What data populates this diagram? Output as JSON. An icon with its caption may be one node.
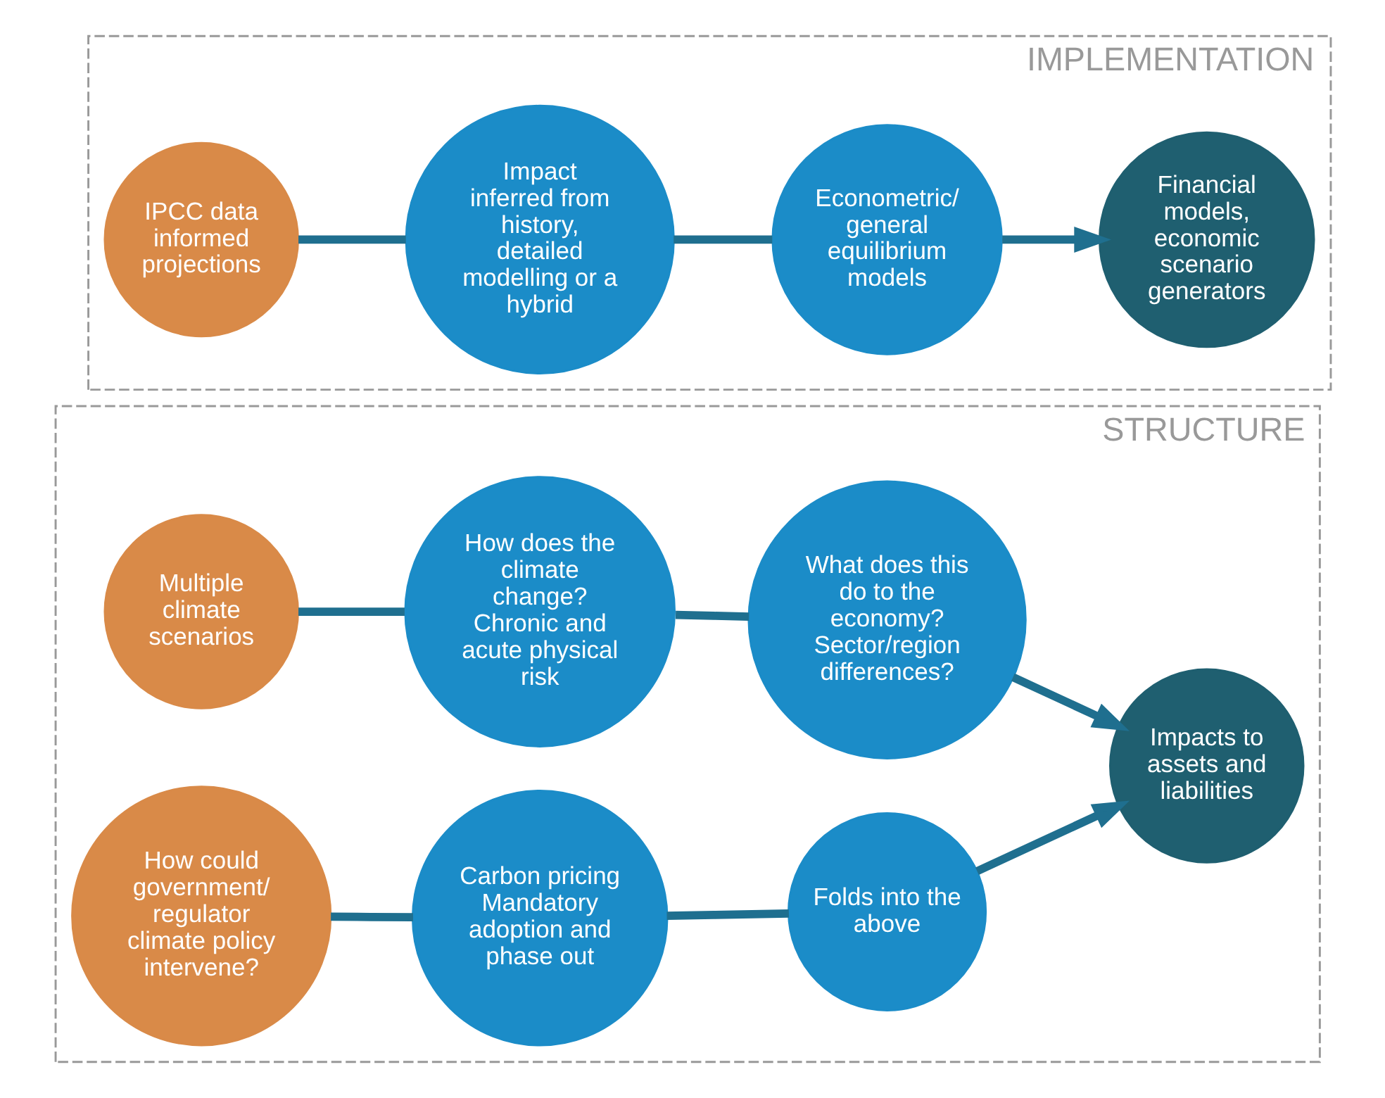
{
  "diagram": {
    "nodes": [
      {
        "text": [
          "STRUCTURE"
        ]
      },
      {
        "text": [
          "Multiple climate scenarios"
        ],
        "in": 0
      },
      {
        "text": [
          "How does the climate change? Chronic and acute physical risk"
        ],
        "in": 0
      },
      {
        "text": [
          "What does this do to the economy? Sector/region differences?"
        ],
        "in": 0
      },
      {
        "text": [
          "Impacts to assets and liabilities"
        ],
        "in": 0
      },
      {
        "text": [
          "How could government/ regulator climate policy intervene?"
        ],
        "in": 0
      },
      {
        "text": [
          "Carbon pricing Mandatory adoption and phase out"
        ],
        "in": 0
      },
      {
        "text": [
          "Folds into the above"
        ],
        "in": 0
      },
      {
        "text": [
          "IMPLEMENTATION"
        ]
      },
      {
        "text": [
          "IPCC data informed projections"
        ],
        "in": 8
      },
      {
        "text": [
          "Impact inferred from history, detailed modelling or a hybrid"
        ],
        "in": 8
      },
      {
        "text": [
          "Econometric/ general equilibrium models"
        ],
        "in": 8
      },
      {
        "text": [
          "Financial models, economic scenario generators"
        ],
        "in": 8
      }
    ],
    "edges": [
      {
        "from": 1,
        "to": 2,
        "arrow": "none"
      },
      {
        "from": 2,
        "to": 3,
        "arrow": "none"
      },
      {
        "from": 3,
        "to": 4,
        "arrow": "to"
      },
      {
        "from": 5,
        "to": 6,
        "arrow": "none"
      },
      {
        "from": 6,
        "to": 7,
        "arrow": "none"
      },
      {
        "from": 7,
        "to": 4,
        "arrow": "to"
      },
      {
        "from": 9,
        "to": 10,
        "arrow": "none"
      },
      {
        "from": 10,
        "to": 11,
        "arrow": "none"
      },
      {
        "from": 11,
        "to": 12,
        "arrow": "to"
      }
    ]
  }
}
